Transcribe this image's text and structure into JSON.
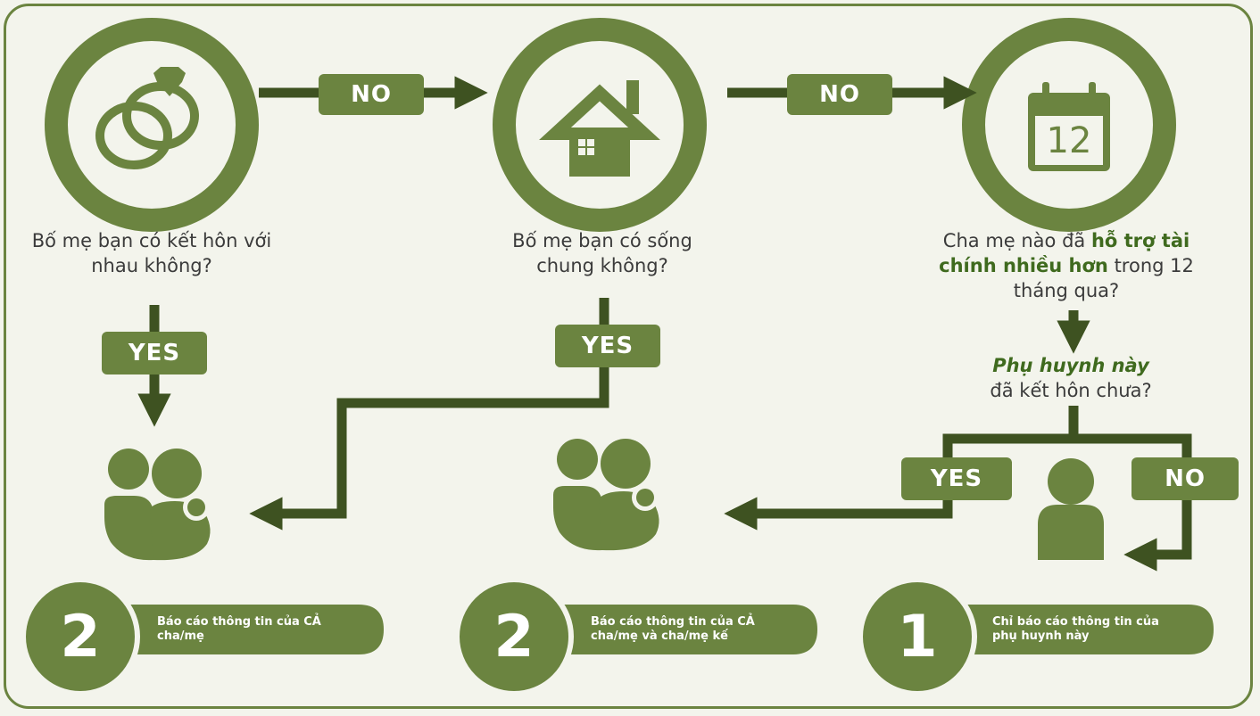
{
  "colors": {
    "green": "#6b8440",
    "dark": "#3e5221",
    "bg": "#f3f4ec",
    "text": "#3b3b3b",
    "bold": "#3f6a1e"
  },
  "icons": [
    "wedding-rings-icon",
    "house-icon",
    "calendar-icon",
    "family-icon",
    "family-icon",
    "person-icon"
  ],
  "q1": {
    "text": "Bố mẹ bạn có kết hôn với nhau không?"
  },
  "q2": {
    "text": "Bố mẹ bạn có sống chung không?"
  },
  "q3": {
    "pre": "Cha mẹ nào đã ",
    "bold": "hỗ trợ tài chính nhiều hơn",
    "post": " trong 12 tháng qua?"
  },
  "q4": {
    "bold": "Phụ huynh này",
    "post": "đã kết hôn chưa?"
  },
  "calendar_day": "12",
  "labels": {
    "no1": "NO",
    "no2": "NO",
    "yes1": "YES",
    "yes2": "YES",
    "yes3": "YES",
    "no3": "NO"
  },
  "results": [
    {
      "number": "2",
      "text": "Báo cáo thông tin của CẢ cha/mẹ"
    },
    {
      "number": "2",
      "text": "Báo cáo thông tin của CẢ cha/mẹ và cha/mẹ kế"
    },
    {
      "number": "1",
      "text": "Chỉ báo cáo thông tin của phụ huynh này"
    }
  ]
}
